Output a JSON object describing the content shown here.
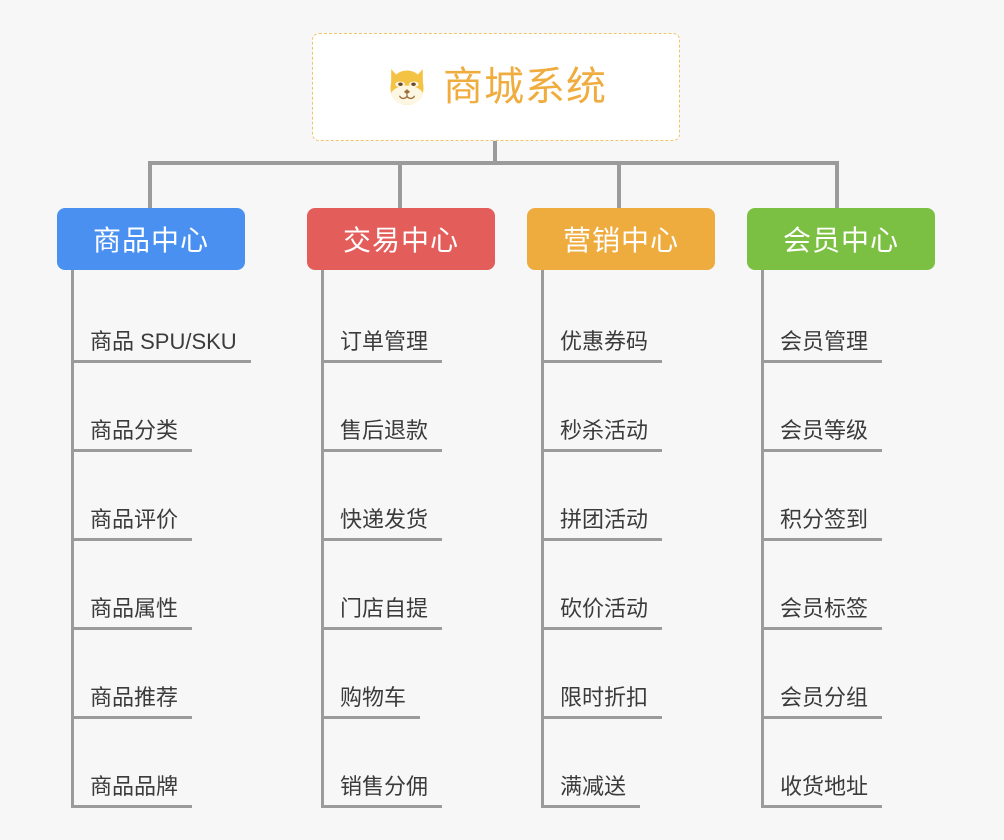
{
  "page": {
    "background_color": "#f7f7f7",
    "layout": "mind-map / org-chart, one root with four colour-coded branches"
  },
  "root": {
    "title": "商城系统",
    "icon": "shiba-dog-face-icon",
    "text_color": "#f0ad3f",
    "border_color": "#f0c468",
    "background_color": "#ffffff"
  },
  "connector": {
    "color": "#9b9b9b"
  },
  "branches": [
    {
      "label": "商品中心",
      "color": "#4a90f0",
      "items": [
        "商品 SPU/SKU",
        "商品分类",
        "商品评价",
        "商品属性",
        "商品推荐",
        "商品品牌"
      ]
    },
    {
      "label": "交易中心",
      "color": "#e35d5b",
      "items": [
        "订单管理",
        "售后退款",
        "快递发货",
        "门店自提",
        "购物车",
        "销售分佣"
      ]
    },
    {
      "label": "营销中心",
      "color": "#eeab3e",
      "items": [
        "优惠券码",
        "秒杀活动",
        "拼团活动",
        "砍价活动",
        "限时折扣",
        "满减送"
      ]
    },
    {
      "label": "会员中心",
      "color": "#7cc043",
      "items": [
        "会员管理",
        "会员等级",
        "积分签到",
        "会员标签",
        "会员分组",
        "收货地址"
      ]
    }
  ]
}
